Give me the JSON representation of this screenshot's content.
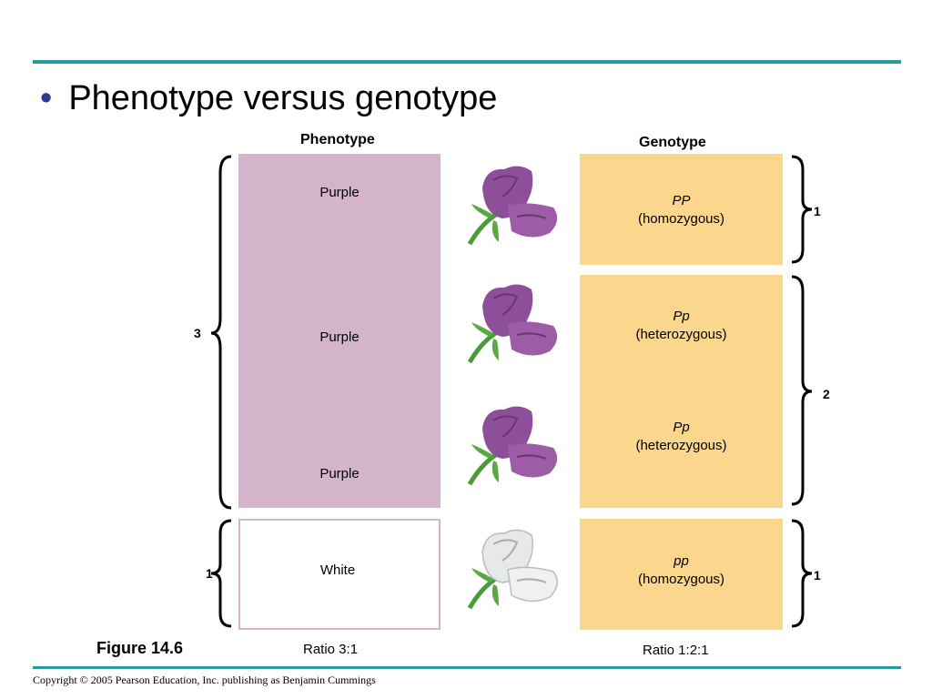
{
  "slide": {
    "bullet": "Phenotype versus genotype",
    "figure_label": "Figure 14.6",
    "copyright": "Copyright © 2005 Pearson Education, Inc. publishing as Benjamin Cummings"
  },
  "diagram": {
    "phenotype_header": "Phenotype",
    "genotype_header": "Genotype",
    "phenotypes": [
      "Purple",
      "Purple",
      "Purple",
      "White"
    ],
    "genotypes": [
      {
        "symbol": "PP",
        "type": "(homozygous)"
      },
      {
        "symbol": "Pp",
        "type": "(heterozygous)"
      },
      {
        "symbol": "Pp",
        "type": "(heterozygous)"
      },
      {
        "symbol": "pp",
        "type": "(homozygous)"
      }
    ],
    "phenotype_counts": [
      "3",
      "1"
    ],
    "genotype_counts": [
      "1",
      "2",
      "1"
    ],
    "phenotype_ratio": "Ratio 3:1",
    "genotype_ratio": "Ratio 1:2:1",
    "flower_colors": [
      "purple",
      "purple",
      "purple",
      "white"
    ]
  },
  "colors": {
    "accent_rule": "#2b9a9a",
    "phenotype_fill": "#d4b4ca",
    "genotype_fill": "#fad78c",
    "purple_petal": "#8e4f9a",
    "white_petal": "#e6e8ea"
  }
}
